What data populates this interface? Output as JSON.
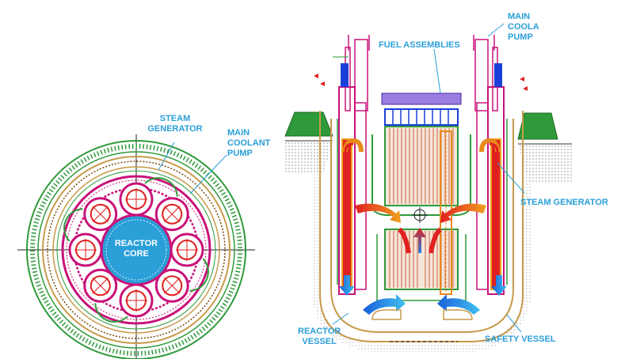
{
  "labels": {
    "steam_generator_left": "STEAM\nGENERATOR",
    "main_coolant_pump_left": "MAIN\nCOOLANT\nPUMP",
    "reactor_core": "REACTOR\nCORE",
    "fuel_assemblies": "FUEL ASSEMBLIES",
    "main_coolant_pump_right": "MAIN\nCOOLA\nPUMP",
    "steam_generator_right": "STEAM GENERATOR",
    "reactor_vessel": "REACTOR\nVESSEL",
    "safety_vessel": "SAFETY VESSEL"
  },
  "colors": {
    "label": "#2a9fd8",
    "green": "#2e9a3a",
    "magenta": "#c8127a",
    "red": "#e02020",
    "orange": "#e88a1a",
    "blue": "#1a6fd8",
    "purple": "#9a7de0",
    "tan": "#c89a4a"
  }
}
